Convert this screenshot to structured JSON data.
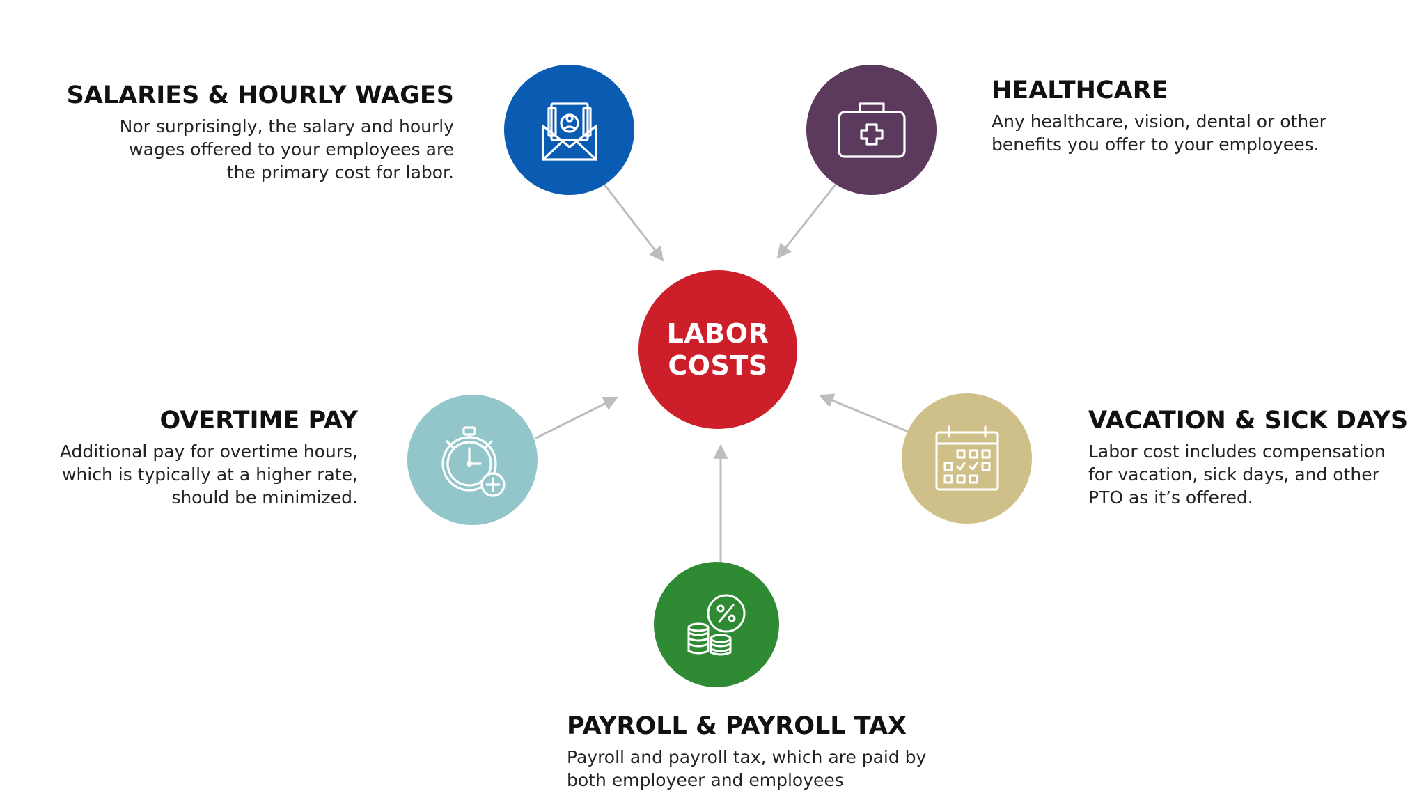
{
  "center": {
    "line1": "LABOR",
    "line2": "COSTS",
    "color": "#CC1F2A"
  },
  "nodes": {
    "salaries": {
      "title": "SALARIES & HOURLY WAGES",
      "lines": [
        "Nor surprisingly, the salary and hourly",
        "wages offered to your employees are",
        "the primary cost for labor."
      ],
      "icon": "money-envelope-icon",
      "color": "#0A5BB2"
    },
    "healthcare": {
      "title": "HEALTHCARE",
      "lines": [
        "Any healthcare, vision, dental or other",
        "benefits you offer to your employees."
      ],
      "icon": "medical-kit-icon",
      "color": "#5C3A5E"
    },
    "overtime": {
      "title": "OVERTIME PAY",
      "lines": [
        "Additional pay for overtime hours,",
        "which is typically at a higher rate,",
        "should be minimized."
      ],
      "icon": "stopwatch-plus-icon",
      "color": "#93C6CB"
    },
    "vacation": {
      "title": "VACATION & SICK DAYS",
      "lines": [
        "Labor cost includes compensation",
        "for vacation, sick days, and other",
        "PTO as it’s offered."
      ],
      "icon": "calendar-icon",
      "color": "#CFC08A"
    },
    "payroll": {
      "title": "PAYROLL & PAYROLL TAX",
      "lines": [
        "Payroll and payroll tax, which are paid by",
        "both employeer and employees"
      ],
      "icon": "coins-percent-icon",
      "color": "#2F8A34"
    }
  },
  "arrow_color": "#BDBDBD"
}
